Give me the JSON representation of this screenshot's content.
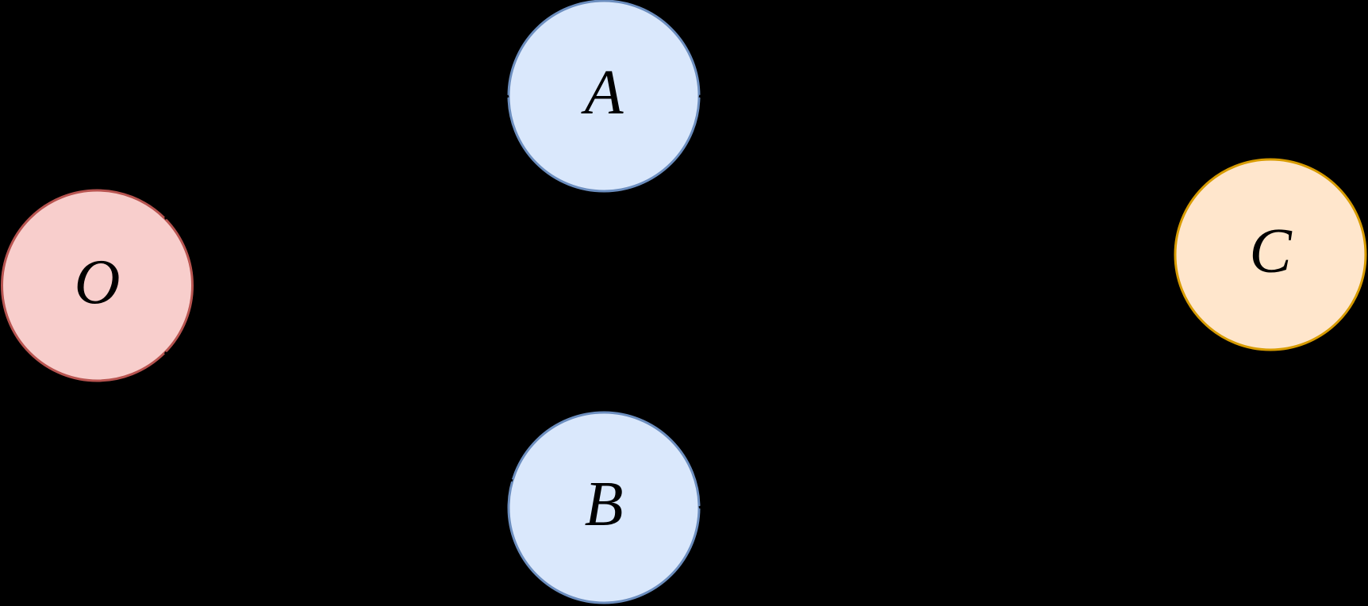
{
  "diagram": {
    "background_color": "#000000",
    "label_color": "#000000",
    "edge_color": "#000000",
    "nodes": [
      {
        "id": "O",
        "label": "O",
        "fill": "#F8CECC",
        "stroke": "#B85450"
      },
      {
        "id": "A",
        "label": "A",
        "fill": "#DAE8FC",
        "stroke": "#6C8EBF"
      },
      {
        "id": "B",
        "label": "B",
        "fill": "#DAE8FC",
        "stroke": "#6C8EBF"
      },
      {
        "id": "C",
        "label": "C",
        "fill": "#FFE6CC",
        "stroke": "#D79B00"
      }
    ],
    "edges": [
      {
        "from": "O",
        "to": "A"
      },
      {
        "from": "O",
        "to": "B"
      },
      {
        "from": "A",
        "to": "C"
      },
      {
        "from": "B",
        "to": "C"
      }
    ]
  }
}
